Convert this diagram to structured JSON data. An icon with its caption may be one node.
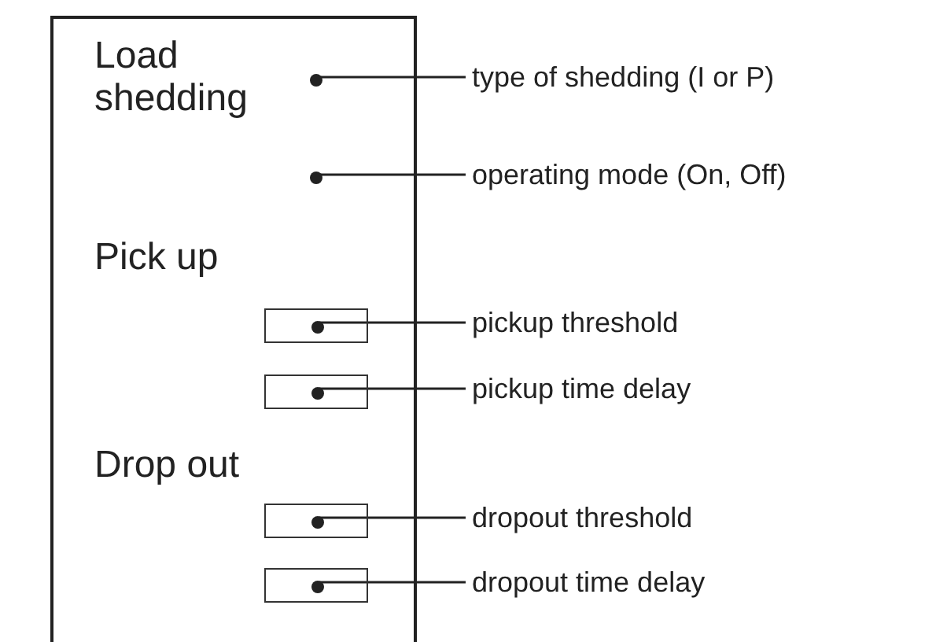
{
  "diagram": {
    "nodes": [
      {
        "text": [
          "Load shedding",
          "Pick up",
          "Drop out"
        ]
      },
      {
        "text": [],
        "shape": "circle",
        "in": 0
      },
      {
        "text": [],
        "shape": "circle",
        "in": 0
      },
      {
        "text": [],
        "shape": "box",
        "in": 0
      },
      {
        "text": [],
        "shape": "circle",
        "in": 3
      },
      {
        "text": [],
        "shape": "box",
        "in": 0
      },
      {
        "text": [],
        "shape": "circle",
        "in": 5
      },
      {
        "text": [],
        "shape": "box",
        "in": 0
      },
      {
        "text": [],
        "shape": "circle",
        "in": 7
      },
      {
        "text": [],
        "shape": "box",
        "in": 0
      },
      {
        "text": [],
        "shape": "circle",
        "in": 9
      },
      {
        "text": [
          "type of shedding (I or P)"
        ]
      },
      {
        "text": [
          "operating mode (On, Off)"
        ]
      },
      {
        "text": [
          "pickup threshold"
        ]
      },
      {
        "text": [
          "pickup time delay"
        ]
      },
      {
        "text": [
          "dropout threshold"
        ]
      },
      {
        "text": [
          "dropout time delay"
        ]
      }
    ],
    "edges": [
      {
        "from": 11,
        "to": 1,
        "arrow": "none"
      },
      {
        "from": 12,
        "to": 2,
        "arrow": "none"
      },
      {
        "from": 13,
        "to": 4,
        "arrow": "none"
      },
      {
        "from": 14,
        "to": 6,
        "arrow": "none"
      },
      {
        "from": 15,
        "to": 8,
        "arrow": "none"
      },
      {
        "from": 16,
        "to": 10,
        "arrow": "none"
      }
    ]
  }
}
